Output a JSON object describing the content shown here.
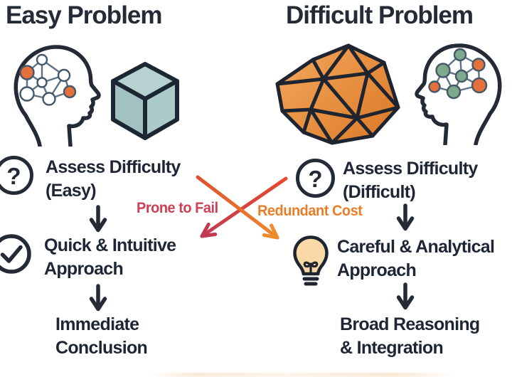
{
  "columns": {
    "easy": {
      "title": "Easy Problem",
      "icons": [
        "brain-network-head-icon",
        "cube-icon"
      ],
      "steps": [
        {
          "icon": "question-circle-icon",
          "lines": [
            "Assess Difficulty",
            "(Easy)"
          ]
        },
        {
          "icon": "check-circle-icon",
          "lines": [
            "Quick & Intuitive",
            "Approach"
          ]
        },
        {
          "icon": null,
          "lines": [
            "Immediate",
            "Conclusion"
          ]
        }
      ]
    },
    "difficult": {
      "title": "Difficult Problem",
      "icons": [
        "icosahedron-icon",
        "brain-network-head-icon"
      ],
      "steps": [
        {
          "icon": "question-circle-icon",
          "lines": [
            "Assess Difficulty",
            "(Difficult)"
          ]
        },
        {
          "icon": "lightbulb-icon",
          "lines": [
            "Careful & Analytical",
            "Approach"
          ]
        },
        {
          "icon": null,
          "lines": [
            "Broad Reasoning",
            "& Integration"
          ]
        }
      ]
    }
  },
  "cross_arrows": [
    {
      "label": "Prone to Fail",
      "color": "#ce4155"
    },
    {
      "label": "Redundant Cost",
      "color": "#e97e28"
    }
  ],
  "glyphs": {
    "question": "?"
  },
  "colors": {
    "ink": "#252b36",
    "text": "#1e2534",
    "accent_orange": "#e4713c",
    "node_green": "#7fa98c",
    "node_line": "#5d7284",
    "cube_teal": "#a9c7c7",
    "icosahedron_orange": "#e8913f",
    "bulb_fill": "#f8d8a7",
    "fail_red": "#ce4155",
    "cost_orange": "#e97e28"
  }
}
